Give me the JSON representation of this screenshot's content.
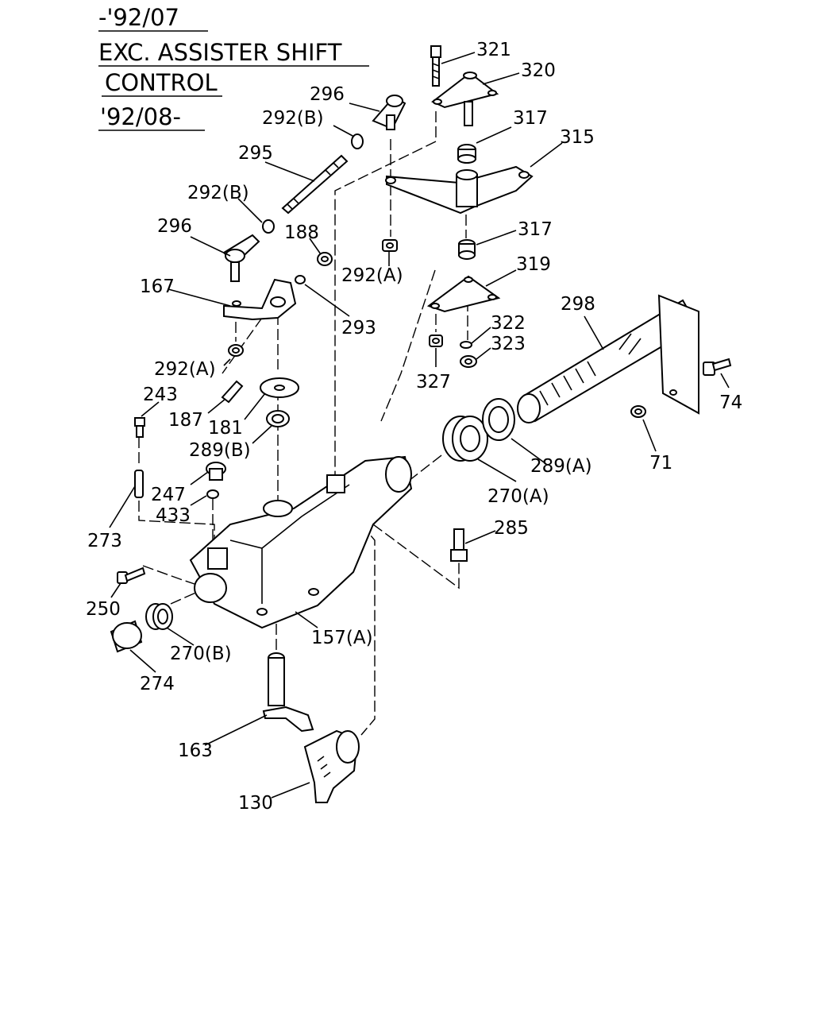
{
  "header": {
    "line1": "-'92/07",
    "line2": "EXC. ASSISTER SHIFT",
    "line3": "CONTROL",
    "line4": "'92/08-"
  },
  "callouts": {
    "c321": "321",
    "c320": "320",
    "c296a": "296",
    "c292ba": "292(B)",
    "c317a": "317",
    "c315": "315",
    "c295": "295",
    "c292bb": "292(B)",
    "c296b": "296",
    "c188": "188",
    "c317b": "317",
    "c292aa": "292(A)",
    "c319": "319",
    "c167": "167",
    "c293": "293",
    "c298": "298",
    "c322": "322",
    "c323": "323",
    "c292ab": "292(A)",
    "c327": "327",
    "c243": "243",
    "c187": "187",
    "c181": "181",
    "c74": "74",
    "c289b": "289(B)",
    "c289a": "289(A)",
    "c71": "71",
    "c247": "247",
    "c433": "433",
    "c270a": "270(A)",
    "c273": "273",
    "c285": "285",
    "c250": "250",
    "c157a": "157(A)",
    "c270b": "270(B)",
    "c274": "274",
    "c163": "163",
    "c130": "130"
  }
}
